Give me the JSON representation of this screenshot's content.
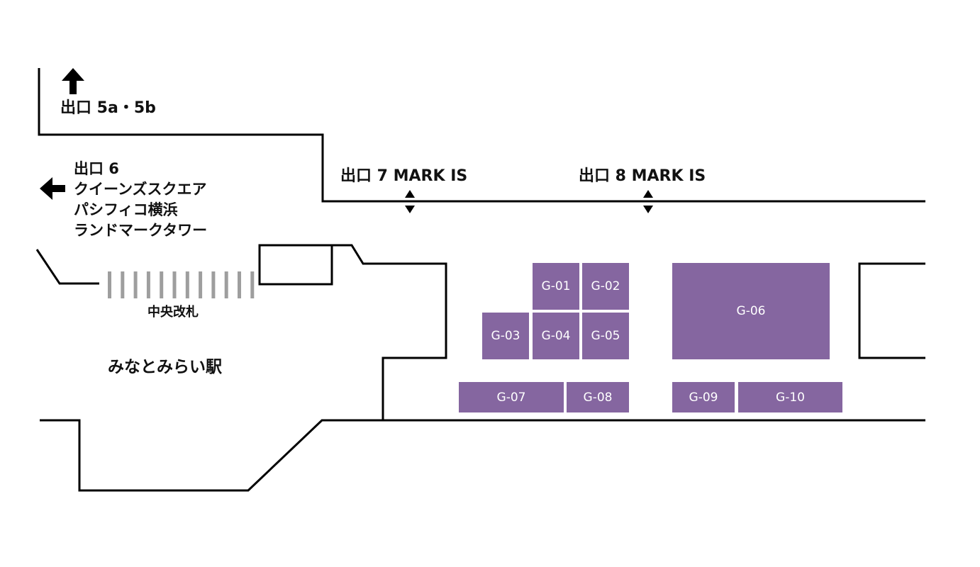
{
  "exits": {
    "exit_5": "出口 5a・5b",
    "exit_6": {
      "title": "出口 6",
      "destinations": [
        "クイーンズスクエア",
        "パシフィコ横浜",
        "ランドマークタワー"
      ]
    },
    "exit_7": "出口 7 MARK IS",
    "exit_8": "出口 8 MARK IS"
  },
  "station": {
    "gate_label": "中央改札",
    "name": "みなとみらい駅"
  },
  "stores": [
    {
      "id": "G-01"
    },
    {
      "id": "G-02"
    },
    {
      "id": "G-03"
    },
    {
      "id": "G-04"
    },
    {
      "id": "G-05"
    },
    {
      "id": "G-06"
    },
    {
      "id": "G-07"
    },
    {
      "id": "G-08"
    },
    {
      "id": "G-09"
    },
    {
      "id": "G-10"
    }
  ],
  "colors": {
    "store_fill": "#8566a0",
    "wall": "#000000",
    "gate_ticks": "#9e9e9e"
  },
  "icons": {
    "exit_5_direction": "arrow-up-icon",
    "exit_6_direction": "arrow-left-icon",
    "exit_7_direction": "up-down-triangle-icon",
    "exit_8_direction": "up-down-triangle-icon"
  }
}
